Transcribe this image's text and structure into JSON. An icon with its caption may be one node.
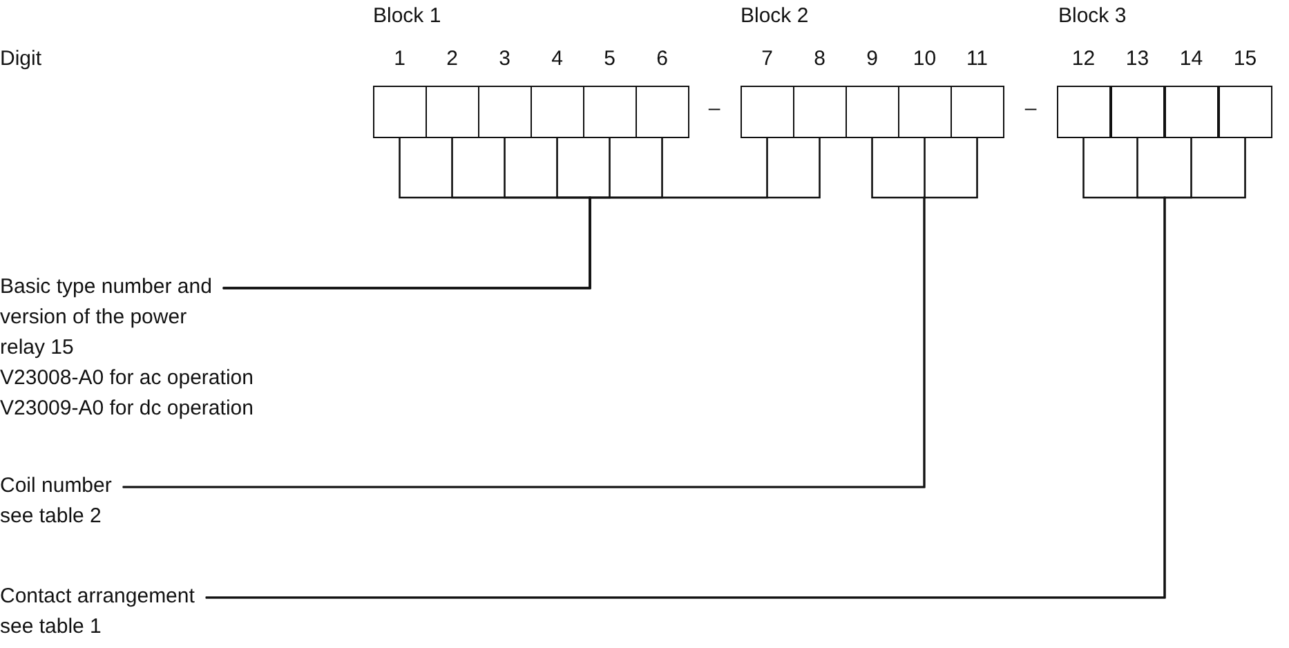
{
  "diagram": {
    "nodes": [
      {
        "text": [],
        "shape": "box"
      },
      {
        "text": [],
        "shape": "box"
      },
      {
        "text": [],
        "shape": "box"
      },
      {
        "text": [],
        "shape": "box"
      },
      {
        "text": [],
        "shape": "box"
      },
      {
        "text": [],
        "shape": "box"
      },
      {
        "text": [],
        "shape": "box"
      },
      {
        "text": [],
        "shape": "box"
      },
      {
        "text": [],
        "shape": "box"
      },
      {
        "text": [],
        "shape": "box"
      },
      {
        "text": [],
        "shape": "box"
      },
      {
        "text": [],
        "shape": "box"
      },
      {
        "text": [],
        "shape": "box"
      },
      {
        "text": [],
        "shape": "box"
      },
      {
        "text": [],
        "shape": "box"
      },
      {
        "text": [
          "Basic type number and version of the power relay 15",
          "V23008-A0 for ac operation",
          "V23009-A0 for dc operation"
        ]
      },
      {
        "text": [
          "Coil number",
          "see table 2"
        ]
      },
      {
        "text": [
          "Contact arrangement",
          "see table 1"
        ]
      }
    ],
    "edges": [
      {
        "from": 0,
        "to": 15,
        "arrow": "none"
      },
      {
        "from": 1,
        "to": 15,
        "arrow": "none"
      },
      {
        "from": 2,
        "to": 15,
        "arrow": "none"
      },
      {
        "from": 3,
        "to": 15,
        "arrow": "none"
      },
      {
        "from": 4,
        "to": 15,
        "arrow": "none"
      },
      {
        "from": 5,
        "to": 15,
        "arrow": "none"
      },
      {
        "from": 6,
        "to": 15,
        "arrow": "none"
      },
      {
        "from": 7,
        "to": 15,
        "arrow": "none"
      },
      {
        "from": 8,
        "to": 16,
        "arrow": "none"
      },
      {
        "from": 9,
        "to": 16,
        "arrow": "none"
      },
      {
        "from": 10,
        "to": 16,
        "arrow": "none"
      },
      {
        "from": 11,
        "to": 17,
        "arrow": "none"
      },
      {
        "from": 12,
        "to": 17,
        "arrow": "none"
      },
      {
        "from": 13,
        "to": 17,
        "arrow": "none"
      },
      {
        "from": 14,
        "to": 17,
        "arrow": "none"
      }
    ],
    "labels": [
      "Block 1",
      "Block 2",
      "Block 3",
      "Digit",
      "1",
      "2",
      "3",
      "4",
      "5",
      "6",
      "7",
      "8",
      "9",
      "10",
      "11",
      "12",
      "13",
      "14",
      "15",
      "–",
      "–"
    ]
  }
}
